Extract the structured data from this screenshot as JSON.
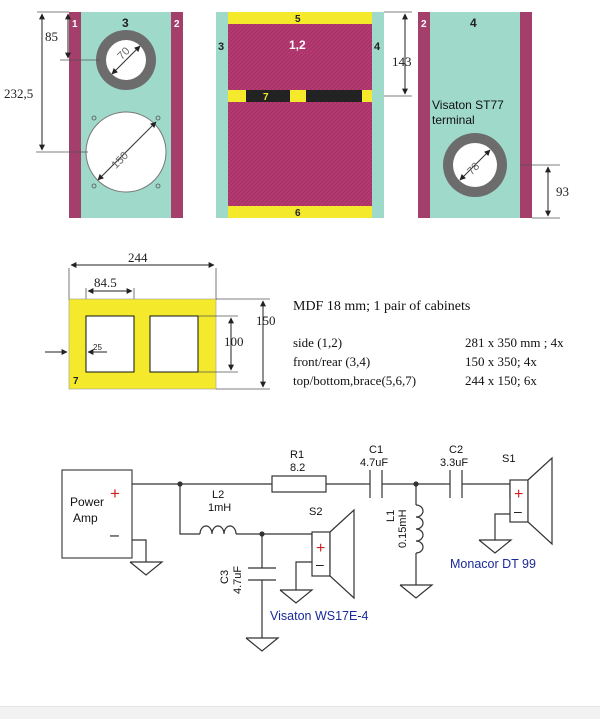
{
  "colors": {
    "side_panel": "#a33f6a",
    "front_panel": "#9fd9c9",
    "rear_panel": "#9fd9c9",
    "brace_yellow": "#f4ea2b",
    "top_panel": "#b33b72",
    "wire": "#333333",
    "polarity_red": "#d21f1f",
    "driver_label_blue": "#1a2a9a"
  },
  "panels": {
    "front": {
      "left_num": "1",
      "right_num": "2",
      "top_num": "3",
      "dim_top": "85",
      "dim_total": "232,5",
      "tweeter_dia": "70",
      "woofer_dia": "150"
    },
    "top": {
      "label": "1,2",
      "left_num": "3",
      "right_num": "4",
      "top_num": "5",
      "brace_num": "7",
      "bottom_num": "6",
      "dim": "143"
    },
    "rear": {
      "left_num": "2",
      "right_num": "4",
      "terminal_label_1": "Visaton ST77",
      "terminal_label_2": "terminal",
      "port_dia": "78",
      "dim": "93"
    }
  },
  "brace": {
    "dim_width": "244",
    "dim_window": "84.5",
    "dim_height": "150",
    "dim_inner": "100",
    "edge": "25",
    "num": "7"
  },
  "spec": {
    "title": "MDF 18 mm; 1 pair of cabinets",
    "rows": [
      {
        "name": "side (1,2)",
        "value": "281 x 350 mm ;  4x"
      },
      {
        "name": "front/rear  (3,4)",
        "value": "150 x 350;  4x"
      },
      {
        "name": "top/bottom,brace(5,6,7)",
        "value": "244 x 150;  6x"
      }
    ]
  },
  "circuit": {
    "amp_label_1": "Power",
    "amp_label_2": "Amp",
    "plus": "+",
    "minus": "–",
    "r1_name": "R1",
    "r1_val": "8.2",
    "c1_name": "C1",
    "c1_val": "4.7uF",
    "c2_name": "C2",
    "c2_val": "3.3uF",
    "l2_name": "L2",
    "l2_val": "1mH",
    "l1_name": "L1",
    "l1_val": "0.15mH",
    "c3_name": "C3",
    "c3_val": "4.7uF",
    "s1_name": "S1",
    "s2_name": "S2",
    "s1_model": "Monacor DT 99",
    "s2_model": "Visaton WS17E-4"
  }
}
